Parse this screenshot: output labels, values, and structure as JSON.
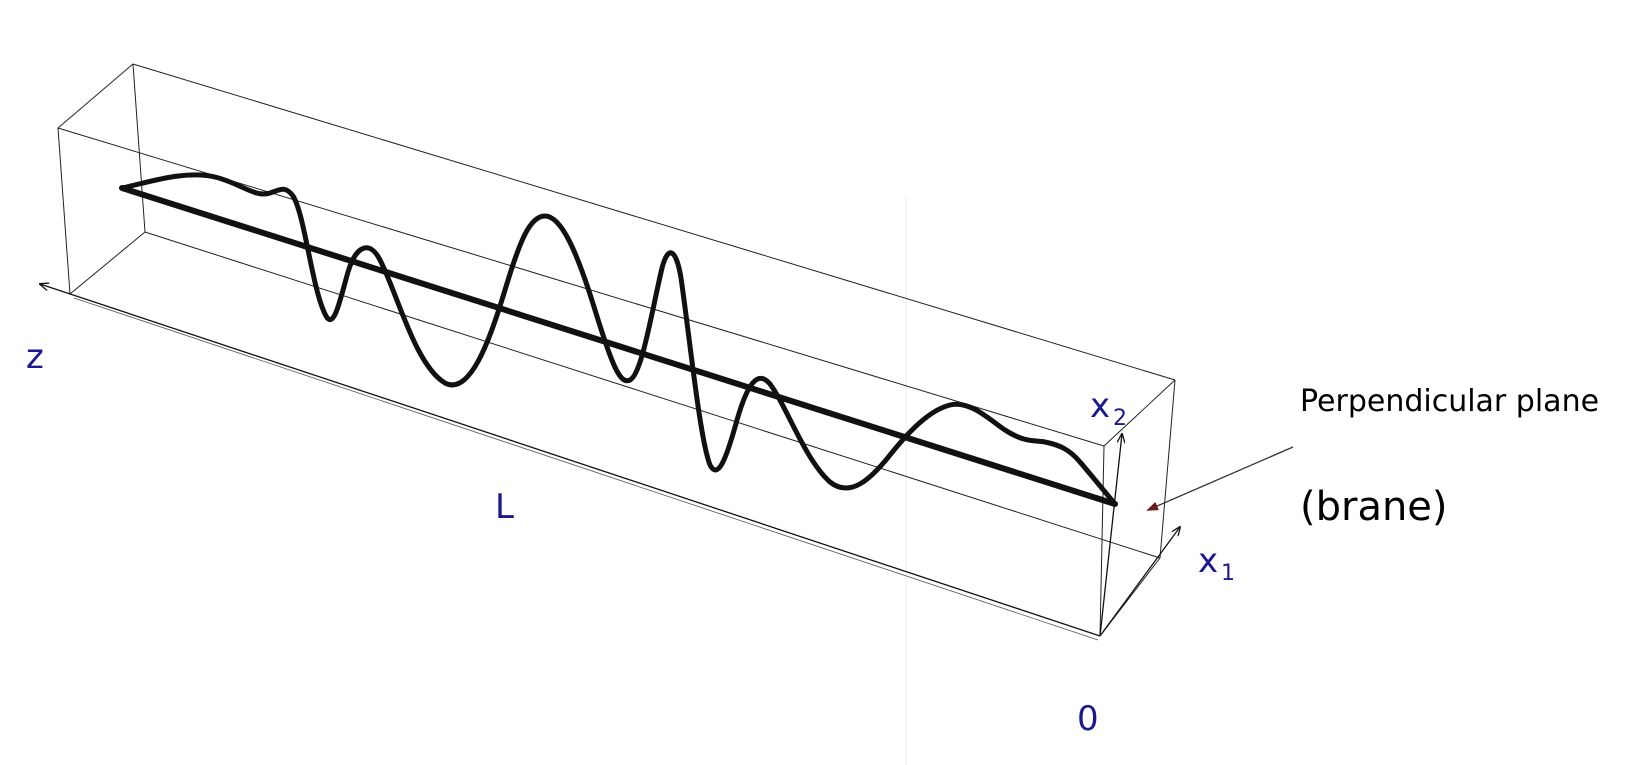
{
  "diagram": {
    "labels": {
      "z_axis": "z",
      "length": "L",
      "origin": "0",
      "x1_base": "x",
      "x1_sub": "1",
      "x2_base": "x",
      "x2_sub": "2",
      "plane_line1": "Perpendicular plane",
      "plane_line2": "(brane)"
    },
    "colors": {
      "label_blue": "#1a1a8c",
      "string": "#111111",
      "pointer_arrow": "#6b1a1a"
    }
  }
}
